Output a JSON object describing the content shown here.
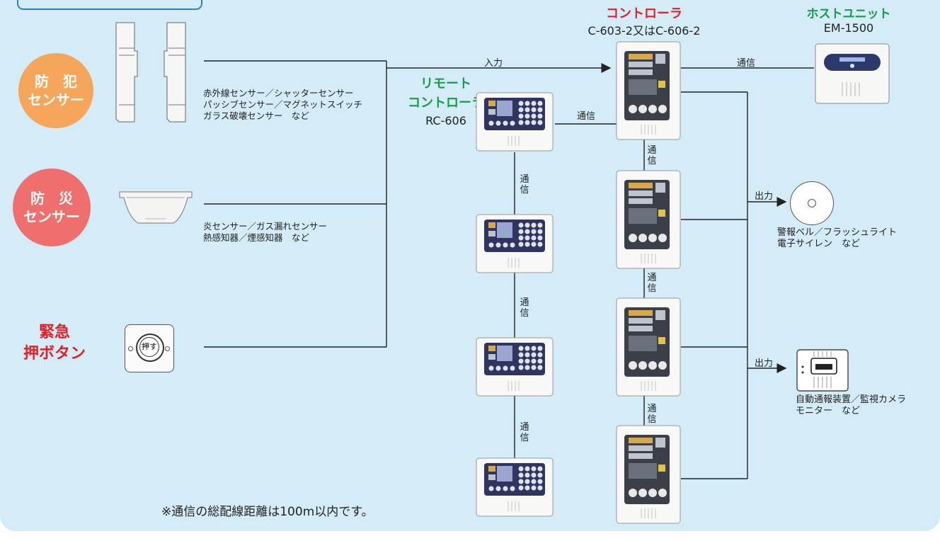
{
  "categories": {
    "bouhan_line1": "防　犯",
    "bouhan_line2": "センサー",
    "bousai_line1": "防　災",
    "bousai_line2": "センサー",
    "kinkyu_line1": "緊急",
    "kinkyu_line2": "押ボタン"
  },
  "colors": {
    "panel_bg": "#d3ecf7",
    "bouhan_circle": "#f5a65a",
    "bousai_circle": "#ef6f6f",
    "red_title": "#e2202a",
    "green_title": "#1a9b46",
    "wire": "#222222"
  },
  "sensor_texts": {
    "security_line1": "赤外線センサー／シャッターセンサー",
    "security_line2": "パッシブセンサー／マグネットスイッチ",
    "security_line3": "ガラス破壊センサー　など",
    "disaster_line1": "炎センサー／ガス漏れセンサー",
    "disaster_line2": "熱感知器／煙感知器　など"
  },
  "button_device": {
    "label": "押す"
  },
  "controller": {
    "title": "コントローラ",
    "model": "C-603-2又はC-606-2"
  },
  "remote": {
    "title_line1": "リモート",
    "title_line2": "コントローラ",
    "model": "RC-606"
  },
  "host": {
    "title": "ホストユニット",
    "model": "EM-1500"
  },
  "connections": {
    "input": "入力",
    "comm": "通信",
    "comm_v1": "通",
    "comm_v2": "信",
    "output": "出力"
  },
  "outputs": {
    "bell_line1": "警報ベル／フラッシュライト",
    "bell_line2": "電子サイレン　など",
    "auto_line1": "自動通報装置／監視カメラ",
    "auto_line2": "モニター　など"
  },
  "footnote": "※通信の総配線距離は100m以内です。"
}
